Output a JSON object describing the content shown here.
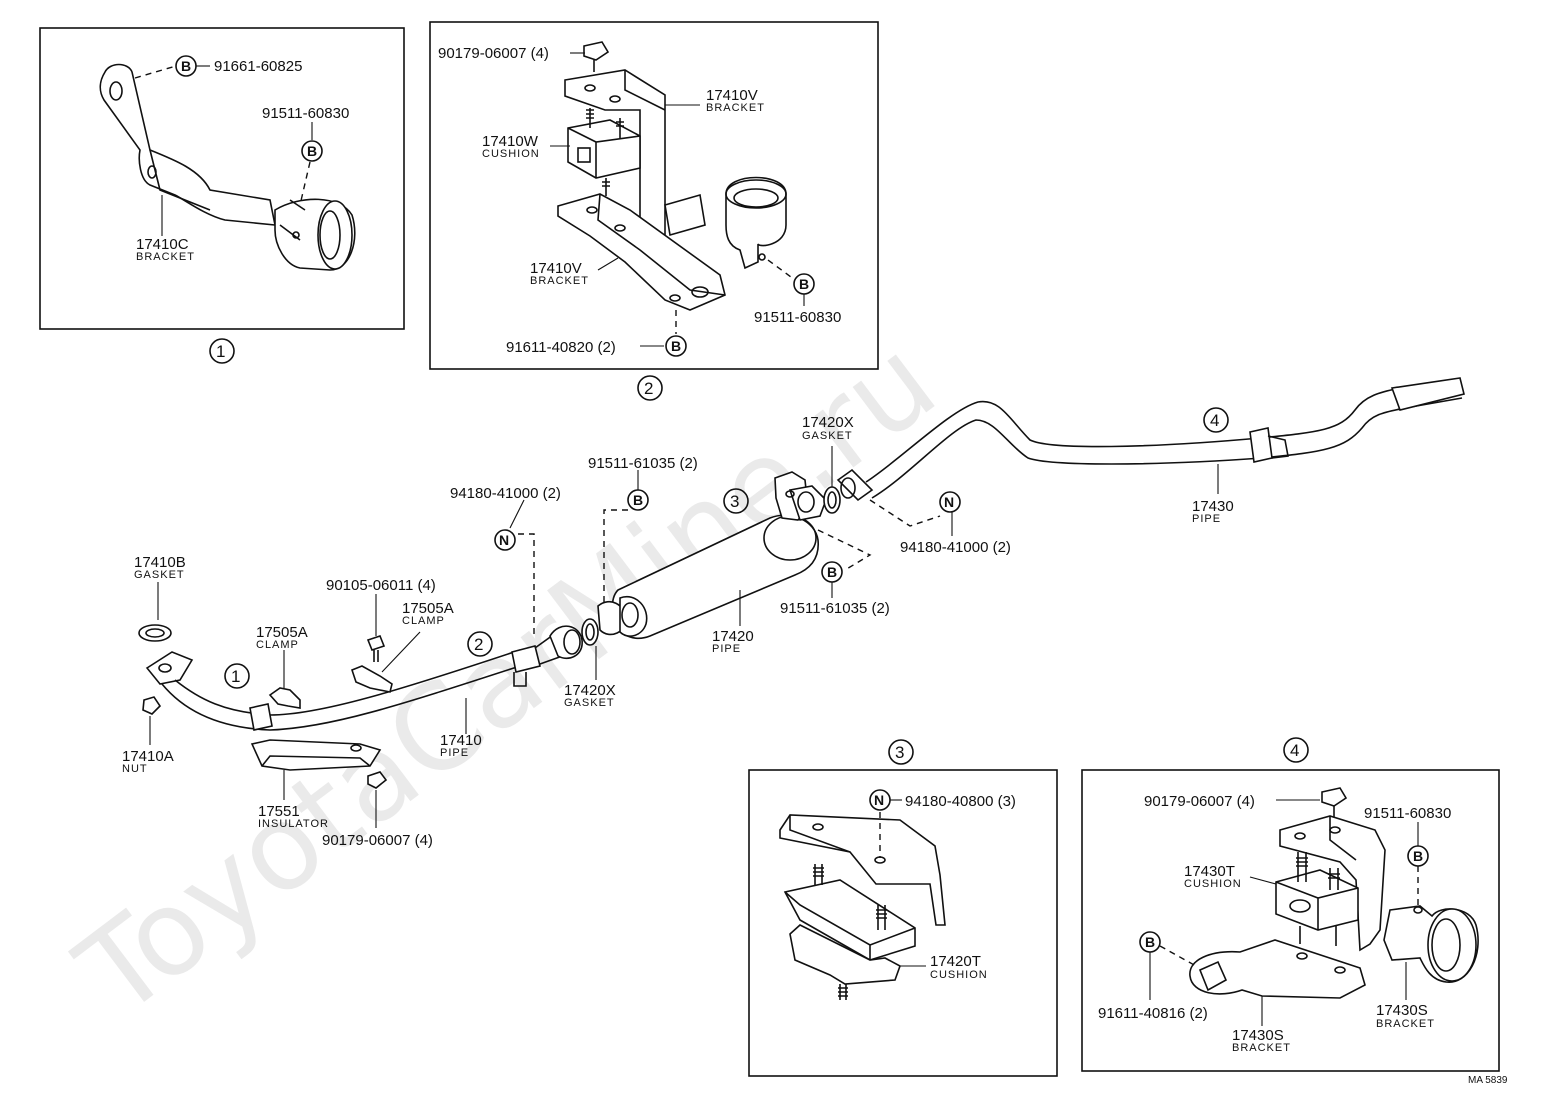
{
  "watermark": "ToyotaCarMine.ru",
  "figure_code": "MA 5839",
  "detail_1": {
    "marker": "1",
    "parts": [
      {
        "number": "91661-60825",
        "symbol": "B"
      },
      {
        "number": "91511-60830",
        "symbol": "B"
      },
      {
        "number": "17410C",
        "name": "BRACKET"
      }
    ]
  },
  "detail_2": {
    "marker": "2",
    "parts": [
      {
        "number": "90179-06007 (4)"
      },
      {
        "number": "17410V",
        "name": "BRACKET"
      },
      {
        "number": "17410W",
        "name": "CUSHION"
      },
      {
        "number": "17410V",
        "name": "BRACKET"
      },
      {
        "number": "91511-60830",
        "symbol": "B"
      },
      {
        "number": "91611-40820 (2)",
        "symbol": "B"
      }
    ]
  },
  "main": {
    "markers": [
      "1",
      "2",
      "3",
      "4"
    ],
    "parts": [
      {
        "number": "17410B",
        "name": "GASKET"
      },
      {
        "number": "17410A",
        "name": "NUT"
      },
      {
        "number": "17505A",
        "name": "CLAMP"
      },
      {
        "number": "90105-06011 (4)"
      },
      {
        "number": "17505A",
        "name": "CLAMP"
      },
      {
        "number": "17410",
        "name": "PIPE"
      },
      {
        "number": "17551",
        "name": "INSULATOR"
      },
      {
        "number": "90179-06007 (4)"
      },
      {
        "number": "94180-41000 (2)",
        "symbol": "N"
      },
      {
        "number": "91511-61035 (2)",
        "symbol": "B"
      },
      {
        "number": "17420X",
        "name": "GASKET"
      },
      {
        "number": "17420",
        "name": "PIPE"
      },
      {
        "number": "17420X",
        "name": "GASKET"
      },
      {
        "number": "94180-41000 (2)",
        "symbol": "N"
      },
      {
        "number": "91511-61035 (2)",
        "symbol": "B"
      },
      {
        "number": "17430",
        "name": "PIPE"
      }
    ]
  },
  "detail_3": {
    "marker": "3",
    "parts": [
      {
        "number": "94180-40800 (3)",
        "symbol": "N"
      },
      {
        "number": "17420T",
        "name": "CUSHION"
      }
    ]
  },
  "detail_4": {
    "marker": "4",
    "parts": [
      {
        "number": "90179-06007 (4)"
      },
      {
        "number": "91511-60830",
        "symbol": "B"
      },
      {
        "number": "17430T",
        "name": "CUSHION"
      },
      {
        "number": "91611-40816 (2)",
        "symbol": "B"
      },
      {
        "number": "17430S",
        "name": "BRACKET"
      },
      {
        "number": "17430S",
        "name": "BRACKET"
      }
    ]
  }
}
